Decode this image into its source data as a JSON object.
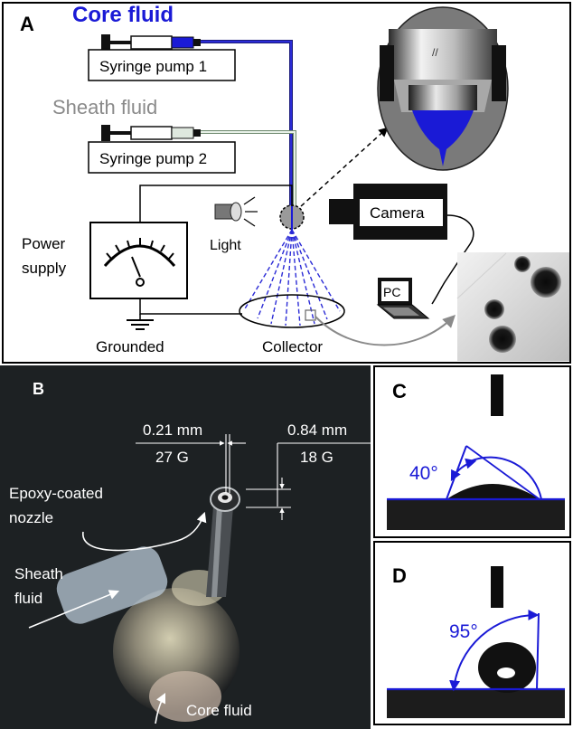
{
  "panelA": {
    "panel_label": "A",
    "core_fluid": "Core fluid",
    "sheath_fluid": "Sheath fluid",
    "syringe_pump_1": "Syringe pump 1",
    "syringe_pump_2": "Syringe pump 2",
    "camera": "Camera",
    "light": "Light",
    "power_supply_line1": "Power",
    "power_supply_line2": "supply",
    "grounded": "Grounded",
    "collector": "Collector",
    "pc": "PC",
    "colors": {
      "core": "#1a1ad6",
      "sheath": "#8a8a8a",
      "frame": "#000000"
    }
  },
  "panelB": {
    "panel_label": "B",
    "inner_dim": "0.21 mm",
    "inner_gauge": "27 G",
    "outer_dim": "0.84 mm",
    "outer_gauge": "18 G",
    "nozzle_line1": "Epoxy-coated",
    "nozzle_line2": "nozzle",
    "sheath_line1": "Sheath",
    "sheath_line2": "fluid",
    "core_fluid": "Core fluid"
  },
  "panelC": {
    "panel_label": "C",
    "angle": "40°"
  },
  "panelD": {
    "panel_label": "D",
    "angle": "95°"
  }
}
